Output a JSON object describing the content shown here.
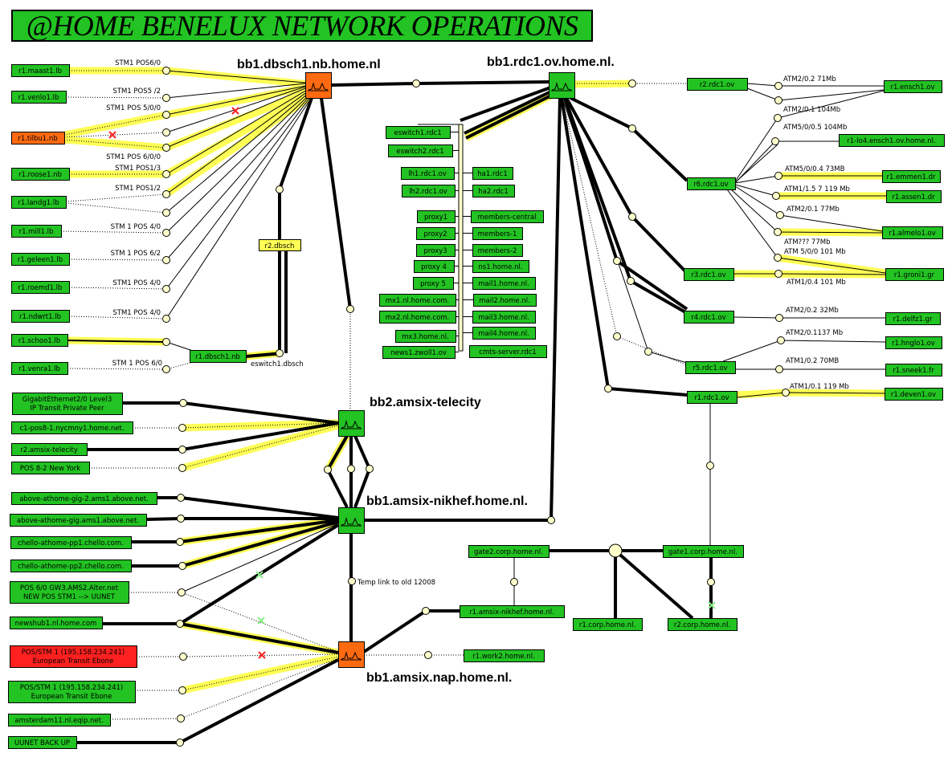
{
  "title": "@HOME BENELUX NETWORK OPERATIONS",
  "colors": {
    "ok": "#22c322",
    "warning": "#ff6a10",
    "down": "#ff2020",
    "highlight": "#ffff55",
    "pending": "#ffff55",
    "port": "#ffffcc"
  },
  "hubs": [
    {
      "id": "D",
      "label": "bb1.dbsch1.nb.home.nl",
      "status": "warning"
    },
    {
      "id": "R",
      "label": "bb1.rdc1.ov.home.nl.",
      "status": "ok"
    },
    {
      "id": "T",
      "label": "bb2.amsix-telecity",
      "status": "ok"
    },
    {
      "id": "N",
      "label": "bb1.amsix-nikhef.home.nl.",
      "status": "ok"
    },
    {
      "id": "A",
      "label": "bb1.amsix.nap.home.nl.",
      "status": "warning"
    }
  ],
  "nodes": [
    {
      "id": "maast",
      "label": "r1.maast1.lb",
      "status": "ok"
    },
    {
      "id": "venlo",
      "label": "r1.venlo1.lb",
      "status": "ok"
    },
    {
      "id": "tilbu",
      "label": "r1.tilbu1.nb",
      "status": "warning"
    },
    {
      "id": "roose",
      "label": "r1.roose1.nb",
      "status": "ok"
    },
    {
      "id": "landg",
      "label": "r1.landg1.lb",
      "status": "ok"
    },
    {
      "id": "mill",
      "label": "r1.mill1.lb",
      "status": "ok"
    },
    {
      "id": "geleen",
      "label": "r1.geleen1.lb",
      "status": "ok"
    },
    {
      "id": "roemd",
      "label": "r1.roemd1.lb",
      "status": "ok"
    },
    {
      "id": "ndwrt",
      "label": "r1.ndwrt1.lb",
      "status": "ok"
    },
    {
      "id": "schoo",
      "label": "r1.schoo1.lb",
      "status": "ok"
    },
    {
      "id": "venra",
      "label": "r1.venra1.lb",
      "status": "ok"
    },
    {
      "id": "dbsch1",
      "label": "r1.dbsch1.nb",
      "status": "ok"
    },
    {
      "id": "r2dbsch",
      "label": "r2.dbsch",
      "status": "pending"
    },
    {
      "id": "eswitch1",
      "label": "eswitch1.rdc1",
      "status": "ok"
    },
    {
      "id": "eswitch2",
      "label": "eswitch2.rdc1",
      "status": "ok"
    },
    {
      "id": "lh1",
      "label": "lh1.rdc1.ov",
      "status": "ok"
    },
    {
      "id": "ha1",
      "label": "ha1.rdc1",
      "status": "ok"
    },
    {
      "id": "lh2",
      "label": "lh2.rdc1.ov",
      "status": "ok"
    },
    {
      "id": "ha2",
      "label": "ha2.rdc1",
      "status": "ok"
    },
    {
      "id": "proxy1",
      "label": "proxy1",
      "status": "ok"
    },
    {
      "id": "mcentral",
      "label": "members-central",
      "status": "ok"
    },
    {
      "id": "proxy2",
      "label": "proxy2",
      "status": "ok"
    },
    {
      "id": "members1",
      "label": "members-1",
      "status": "ok"
    },
    {
      "id": "proxy3",
      "label": "proxy3",
      "status": "ok"
    },
    {
      "id": "members2",
      "label": "members-2",
      "status": "ok"
    },
    {
      "id": "proxy4",
      "label": "proxy 4",
      "status": "ok"
    },
    {
      "id": "ns1",
      "label": "ns1.home.nl.",
      "status": "ok"
    },
    {
      "id": "proxy5",
      "label": "proxy 5",
      "status": "ok"
    },
    {
      "id": "mail1",
      "label": "mail1.home.nl.",
      "status": "ok"
    },
    {
      "id": "mx1",
      "label": "mx1.nl.home.com.",
      "status": "ok"
    },
    {
      "id": "mail2",
      "label": "mail2.home.nl.",
      "status": "ok"
    },
    {
      "id": "mx2",
      "label": "mx2.nl.home.com.",
      "status": "ok"
    },
    {
      "id": "mail3",
      "label": "mail3.home.nl.",
      "status": "ok"
    },
    {
      "id": "mx3",
      "label": "mx3.home.nl.",
      "status": "ok"
    },
    {
      "id": "mail4",
      "label": "mail4.home.nl.",
      "status": "ok"
    },
    {
      "id": "news1",
      "label": "news1.zwoll1.ov",
      "status": "ok"
    },
    {
      "id": "cmts",
      "label": "cmts-server.rdc1",
      "status": "ok"
    },
    {
      "id": "r2rdc1",
      "label": "r2.rdc1.ov",
      "status": "ok"
    },
    {
      "id": "ensch1",
      "label": "r1.ensch1.ov",
      "status": "ok"
    },
    {
      "id": "lo4",
      "label": "r1-lo4.ensch1.ov.home.nl.",
      "status": "ok"
    },
    {
      "id": "r6",
      "label": "r6.rdc1.ov",
      "status": "ok"
    },
    {
      "id": "emmen",
      "label": "r1.emmen1.dr",
      "status": "ok"
    },
    {
      "id": "assen",
      "label": "r1.assen1.dr",
      "status": "ok"
    },
    {
      "id": "almelo",
      "label": "r1.almelo1.ov",
      "status": "ok"
    },
    {
      "id": "r3",
      "label": "r3.rdc1.ov",
      "status": "ok"
    },
    {
      "id": "groni",
      "label": "r1.groni1.gr",
      "status": "ok"
    },
    {
      "id": "r4",
      "label": "r4.rdc1.ov",
      "status": "ok"
    },
    {
      "id": "delfz",
      "label": "r1.delfz1.gr",
      "status": "ok"
    },
    {
      "id": "hnglo",
      "label": "r1.hnglo1.ov",
      "status": "ok"
    },
    {
      "id": "r5",
      "label": "r5.rdc1.ov",
      "status": "ok"
    },
    {
      "id": "sneek",
      "label": "r1.sneek1.fr",
      "status": "ok"
    },
    {
      "id": "r1rdc1",
      "label": "r1.rdc1.ov",
      "status": "ok"
    },
    {
      "id": "deven",
      "label": "r1.deven1.ov",
      "status": "ok"
    },
    {
      "id": "giga",
      "label": "GigabitEthernet2/0 Level3",
      "label2": "IP Transit Private Peer",
      "status": "ok"
    },
    {
      "id": "c1pos",
      "label": "c1-pos8-1.nycmny1.home.net.",
      "status": "ok"
    },
    {
      "id": "r2amsix",
      "label": "r2.amsix-telecity",
      "status": "ok"
    },
    {
      "id": "pos82",
      "label": "POS 8-2 New York",
      "status": "ok"
    },
    {
      "id": "above2",
      "label": "above-athome-gig-2.ams1.above.net.",
      "status": "ok"
    },
    {
      "id": "above1",
      "label": "above-athome-gig.ams1.above.net.",
      "status": "ok"
    },
    {
      "id": "pp1",
      "label": "chello-athome-pp1.chello.com.",
      "status": "ok"
    },
    {
      "id": "pp2",
      "label": "chello-athome-pp2.chello.com.",
      "status": "ok"
    },
    {
      "id": "alter",
      "label": "POS 6/0 GW3.AMS2.Alter.net",
      "label2": "NEW POS STM1 --> UUNET",
      "status": "ok"
    },
    {
      "id": "newshub",
      "label": "newshub1.nl.home.com",
      "status": "ok"
    },
    {
      "id": "ebone1",
      "label": "POS/STM 1 (195.158.234.241)",
      "label2": "European Transit Ebone",
      "status": "down"
    },
    {
      "id": "ebone2",
      "label": "POS/STM 1 (195.158.234.241)",
      "label2": "European Transit Ebone",
      "status": "ok"
    },
    {
      "id": "eqip",
      "label": "amsterdam11.nl.eqip.net.",
      "status": "ok"
    },
    {
      "id": "uunet",
      "label": "UUNET BACK UP",
      "status": "ok"
    },
    {
      "id": "nikhefr1",
      "label": "r1.amsix-nikhef.home.nl.",
      "status": "ok"
    },
    {
      "id": "work2",
      "label": "r1.work2.home.nl.",
      "status": "ok"
    },
    {
      "id": "gate2",
      "label": "gate2.corp.home.nl.",
      "status": "ok"
    },
    {
      "id": "gate1",
      "label": "gate1.corp.home.nl.",
      "status": "ok"
    },
    {
      "id": "r1corp",
      "label": "r1.corp.home.nl.",
      "status": "ok"
    },
    {
      "id": "r2corp",
      "label": "r2.corp.home.nl.",
      "status": "ok"
    }
  ],
  "link_labels": [
    "STM1 POS6/0",
    "STM1 POS5 /2",
    "STM1 POS 5/0/0",
    "STM1 POS 6/0/0",
    "STM1 POS1/3",
    "STM1 POS1/2",
    "STM 1 POS 4/0",
    "STM 1 POS 6/2",
    "STM1 POS 4/0",
    "STM1 POS 4/0",
    "STM 1 POS 6/0",
    "eswitch1.dbsch",
    "ATM2/0.2 71Mb",
    "ATM2/0.1 104Mb",
    "ATM5/0/0.5 104Mb",
    "ATM5/0/0.4 73MB",
    "ATM1/1.5 7 119 Mb",
    "ATM2/0.1 77Mb",
    "ATM??? 77Mb",
    "ATM 5/0/0 101 Mb",
    "ATM1/0.4 101 Mb",
    "ATM2/0.2 32Mb",
    "ATM2/0.1137 Mb",
    "ATM1/0.2 70MB",
    "ATM1/0.1 119 Mb",
    "Temp link to old 12008"
  ]
}
